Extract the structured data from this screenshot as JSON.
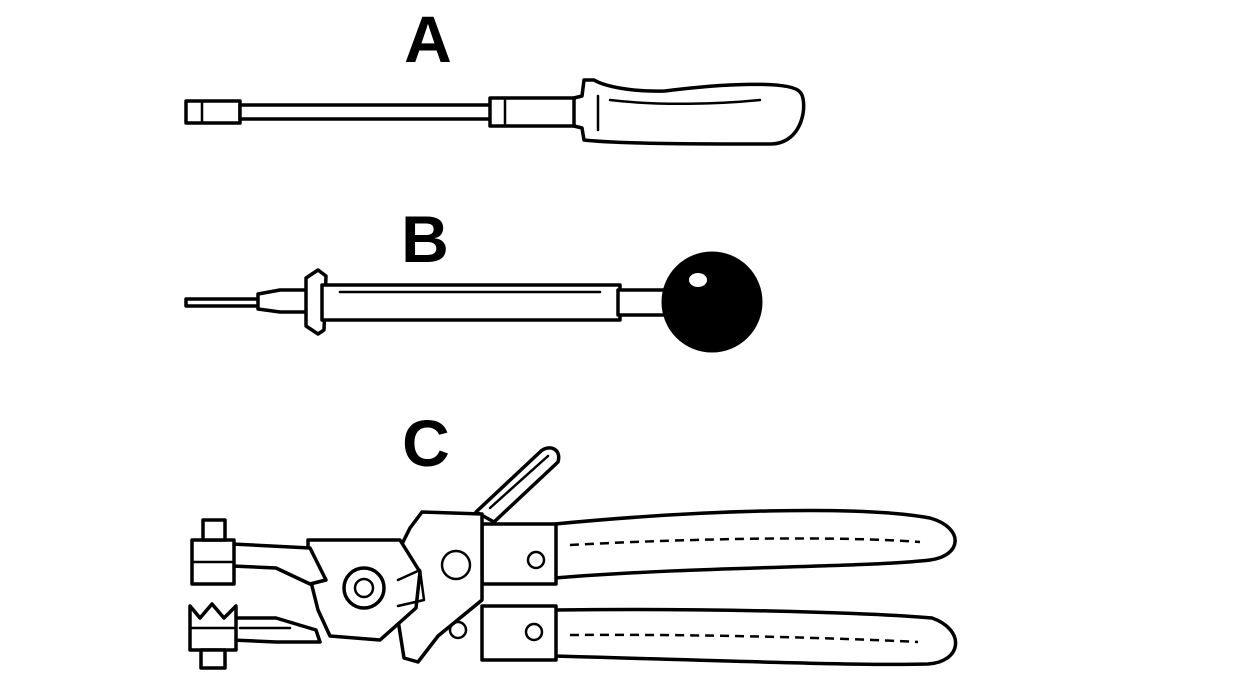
{
  "labels": {
    "a": "A",
    "b": "B",
    "c": "C"
  },
  "tools": [
    {
      "id": "A",
      "icon": "nut-driver-icon"
    },
    {
      "id": "B",
      "icon": "ball-handle-punch-icon"
    },
    {
      "id": "C",
      "icon": "hose-clamp-pliers-icon"
    }
  ],
  "colors": {
    "ink": "#000000",
    "paper": "#ffffff"
  }
}
